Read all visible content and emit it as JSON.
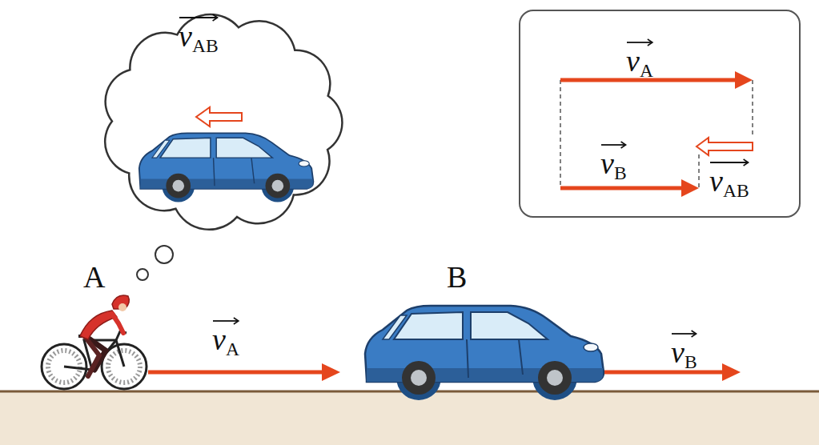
{
  "diagram": {
    "nodes": [
      {
        "text": [
          "vAB"
        ]
      },
      {
        "text": [
          "vA",
          "vB",
          "vAB"
        ]
      }
    ],
    "labels": [
      "A",
      "vA",
      "B",
      "vB"
    ]
  }
}
